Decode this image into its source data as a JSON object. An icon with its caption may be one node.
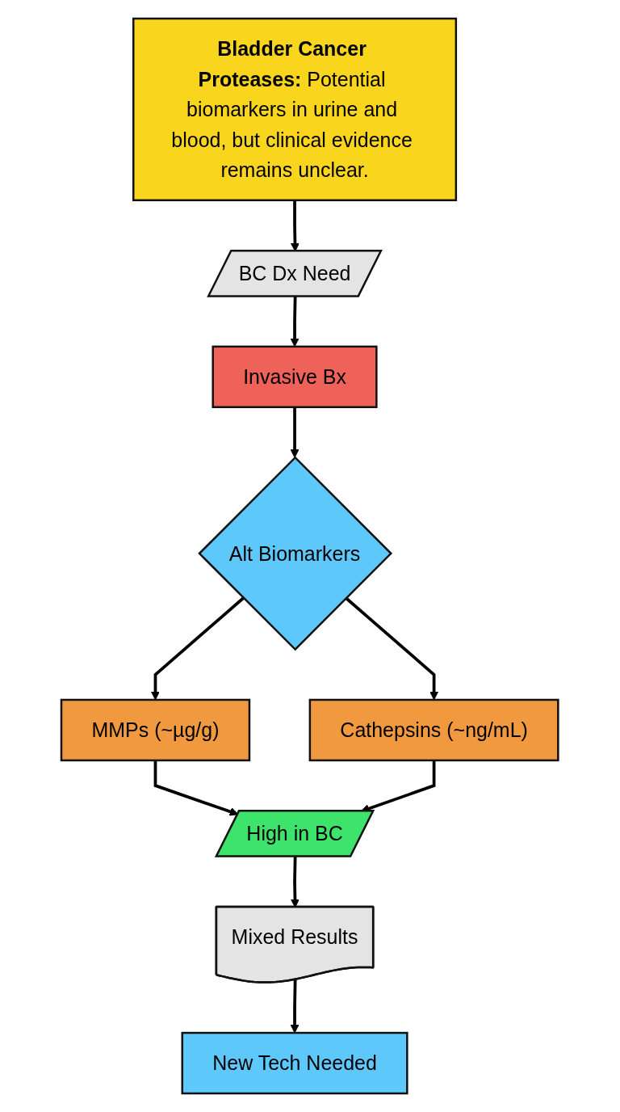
{
  "diagram": {
    "nodes": [
      {
        "text": [
          "**Bladder Cancer Proteases:** Potential biomarkers in urine and blood, but clinical evidence remains unclear."
        ]
      },
      {
        "text": [
          "BC Dx Need"
        ]
      },
      {
        "text": [
          "Invasive Bx"
        ]
      },
      {
        "text": [
          "Alt Biomarkers"
        ]
      },
      {
        "text": [
          "MMPs (~µg/g)"
        ]
      },
      {
        "text": [
          "Cathepsins (~ng/mL)"
        ]
      },
      {
        "text": [
          "High in BC"
        ]
      },
      {
        "text": [
          "Mixed Results"
        ]
      },
      {
        "text": [
          "New Tech Needed"
        ]
      }
    ],
    "edges": [
      {
        "from": 0,
        "to": 1,
        "arrow": "to"
      },
      {
        "from": 1,
        "to": 2,
        "arrow": "to"
      },
      {
        "from": 2,
        "to": 3,
        "arrow": "to"
      },
      {
        "from": 3,
        "to": 4,
        "arrow": "to"
      },
      {
        "from": 3,
        "to": 5,
        "arrow": "to"
      },
      {
        "from": 4,
        "to": 6,
        "arrow": "to"
      },
      {
        "from": 5,
        "to": 6,
        "arrow": "to"
      },
      {
        "from": 6,
        "to": 7,
        "arrow": "to"
      },
      {
        "from": 7,
        "to": 8,
        "arrow": "to"
      }
    ]
  }
}
